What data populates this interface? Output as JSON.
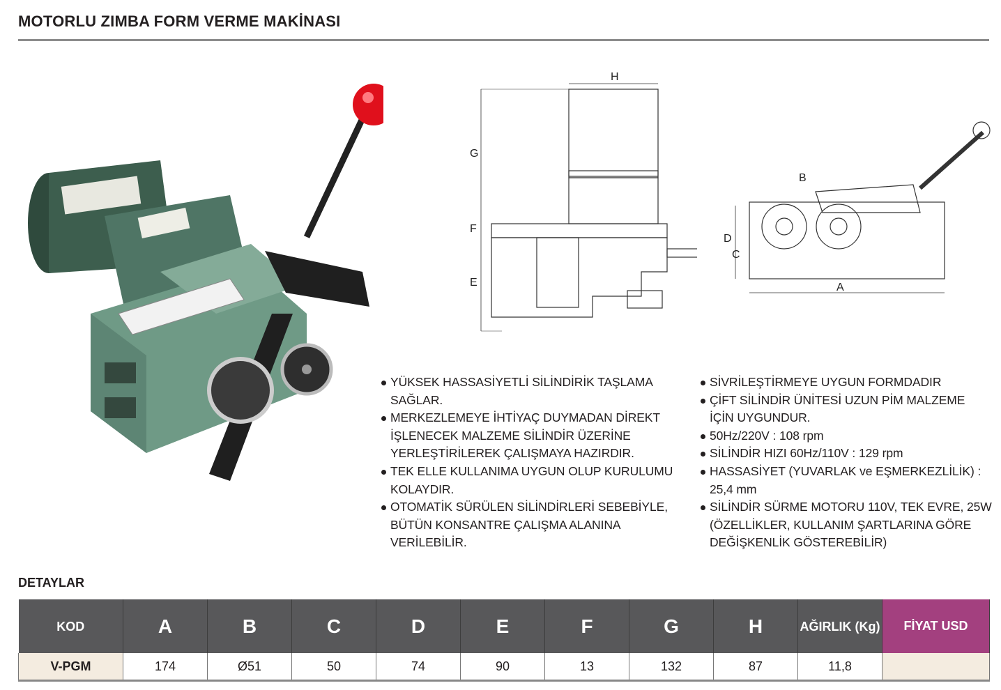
{
  "header": {
    "title": "MOTORLU ZIMBA FORM VERME MAKİNASI"
  },
  "drawing": {
    "side_labels": [
      "H",
      "G",
      "F",
      "E"
    ],
    "front_labels": [
      "B",
      "D",
      "C",
      "A"
    ]
  },
  "features_left": [
    "YÜKSEK HASSASİYETLİ SİLİNDİRİK TAŞLAMA SAĞLAR.",
    "MERKEZLEMEYE İHTİYAÇ DUYMADAN DİREKT İŞLENECEK MALZEME SİLİNDİR ÜZERİNE YERLEŞTİRİLEREK ÇALIŞMAYA HAZIRDIR.",
    "TEK ELLE KULLANIMA UYGUN OLUP KURULUMU KOLAYDIR.",
    "OTOMATİK SÜRÜLEN SİLİNDİRLERİ SEBEBİYLE, BÜTÜN KONSANTRE ÇALIŞMA ALANINA VERİLEBİLİR."
  ],
  "features_right": [
    "SİVRİLEŞTİRMEYE UYGUN FORMDADIR",
    "ÇİFT SİLİNDİR ÜNİTESİ UZUN PİM MALZEME İÇİN UYGUNDUR.",
    "50Hz/220V : 108 rpm",
    "SİLİNDİR HIZI 60Hz/110V : 129 rpm",
    "HASSASİYET (YUVARLAK ve EŞMERKEZLİLİK) : 25,4 mm",
    "SİLİNDİR SÜRME MOTORU 110V, TEK EVRE, 25W (ÖZELLİKLER, KULLANIM ŞARTLARINA GÖRE DEĞİŞKENLİK GÖSTEREBİLİR)"
  ],
  "details": {
    "title": "DETAYLAR",
    "headers": [
      "KOD",
      "A",
      "B",
      "C",
      "D",
      "E",
      "F",
      "G",
      "H",
      "AĞIRLIK (Kg)",
      "FİYAT USD"
    ],
    "rows": [
      [
        "V-PGM",
        "174",
        "Ø51",
        "50",
        "74",
        "90",
        "13",
        "132",
        "87",
        "11,8",
        ""
      ]
    ]
  },
  "colors": {
    "header_bg": "#58585a",
    "price_bg": "#a3407f",
    "row_key_bg": "#f4ece0",
    "machine_green": "#6f9a86"
  }
}
